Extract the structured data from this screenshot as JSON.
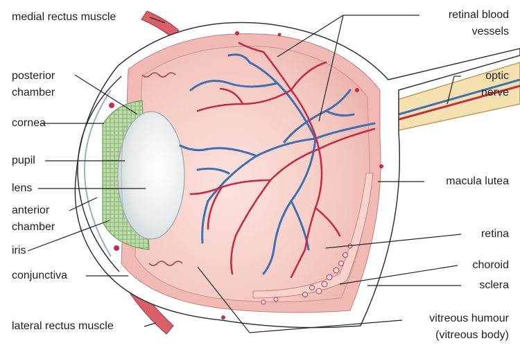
{
  "labels": {
    "medial_rectus": "medial rectus muscle",
    "posterior_chamber_1": "posterior",
    "posterior_chamber_2": "chamber",
    "cornea": "cornea",
    "pupil": "pupil",
    "lens": "lens",
    "anterior_chamber_1": "anterior",
    "anterior_chamber_2": "chamber",
    "iris": "iris",
    "conjunctiva": "conjunctiva",
    "lateral_rectus": "lateral rectus muscle",
    "retinal_vessels_1": "retinal blood",
    "retinal_vessels_2": "vessels",
    "optic_nerve_1": "optic",
    "optic_nerve_2": "nerve",
    "macula_lutea": "macula lutea",
    "retina": "retina",
    "choroid": "choroid",
    "sclera": "sclera",
    "vitreous_1": "vitreous humour",
    "vitreous_2": "(vitreous body)"
  },
  "colors": {
    "sclera_fill": "#ffffff",
    "outline": "#333333",
    "choroid": "#f0b9b4",
    "retina_fill": "#f7d3cc",
    "vitreous": "#f4c6c0",
    "vein": "#3f6fb0",
    "artery": "#c42c48",
    "iris": "#b8d8a6",
    "lens": "#dfe4e6",
    "optic_nerve": "#f5e0b0",
    "muscle": "#d9606a",
    "leader": "#222222"
  }
}
